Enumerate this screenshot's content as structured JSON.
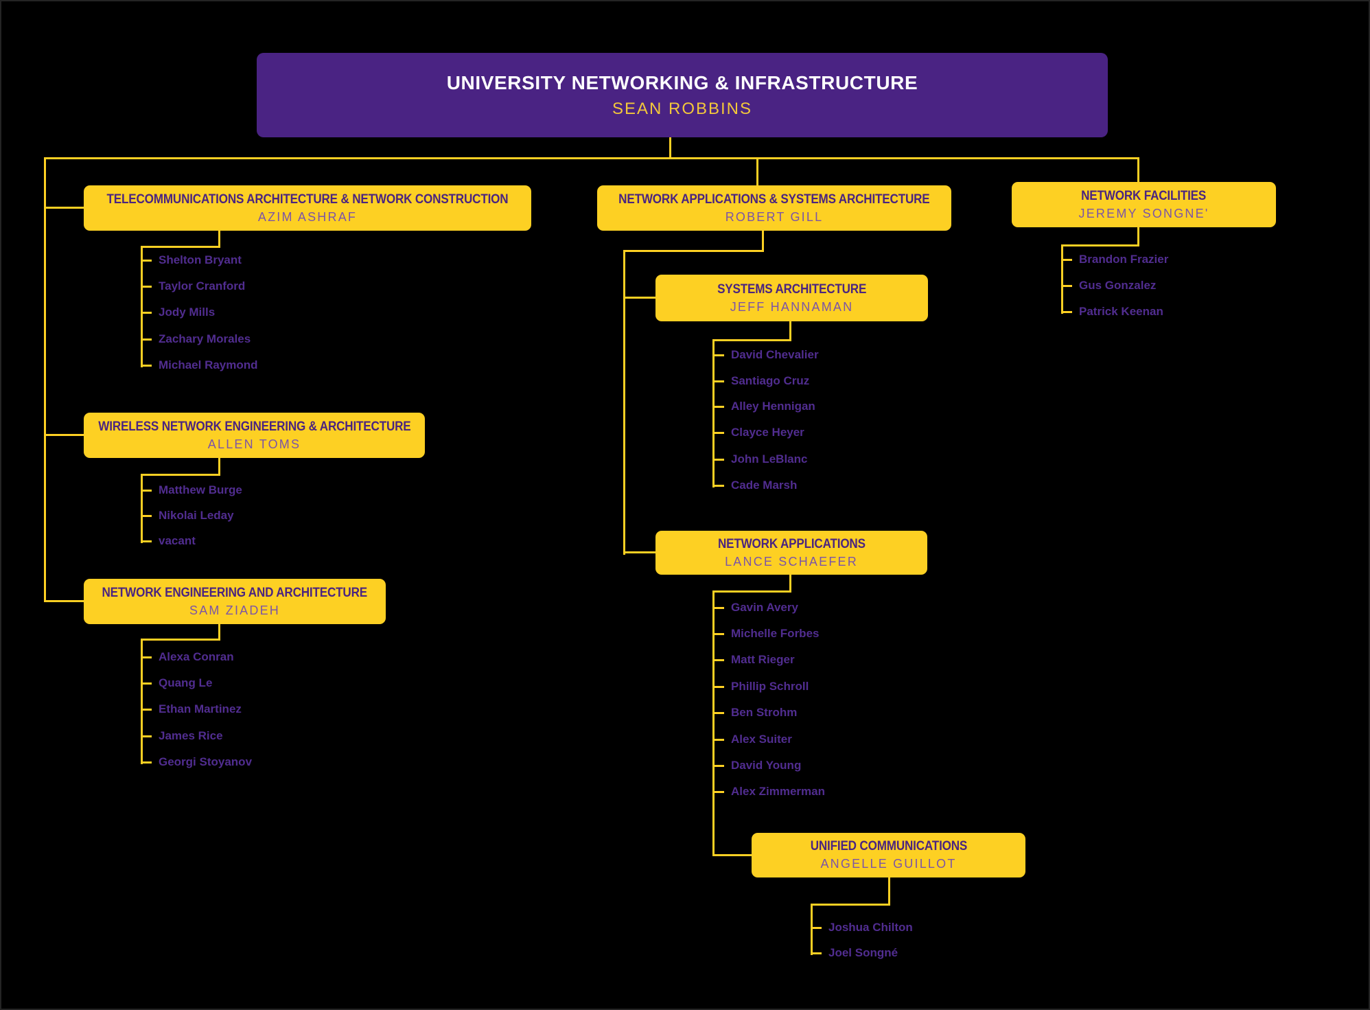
{
  "root": {
    "title": "UNIVERSITY NETWORKING & INFRASTRUCTURE",
    "manager": "SEAN ROBBINS"
  },
  "units": {
    "telecom": {
      "title": "TELECOMMUNICATIONS ARCHITECTURE & NETWORK CONSTRUCTION",
      "manager": "AZIM ASHRAF",
      "members": [
        "Shelton Bryant",
        "Taylor Cranford",
        "Jody Mills",
        "Zachary Morales",
        "Michael Raymond"
      ]
    },
    "wireless": {
      "title": "WIRELESS NETWORK ENGINEERING & ARCHITECTURE",
      "manager": "ALLEN TOMS",
      "members": [
        "Matthew Burge",
        "Nikolai Leday",
        "vacant"
      ]
    },
    "neteng": {
      "title": "NETWORK ENGINEERING AND ARCHITECTURE",
      "manager": "SAM ZIADEH",
      "members": [
        "Alexa Conran",
        "Quang Le",
        "Ethan Martinez",
        "James Rice",
        "Georgi Stoyanov"
      ]
    },
    "netappsys": {
      "title": "NETWORK APPLICATIONS & SYSTEMS ARCHITECTURE",
      "manager": "ROBERT GILL"
    },
    "sysarch": {
      "title": "SYSTEMS ARCHITECTURE",
      "manager": "JEFF HANNAMAN",
      "members": [
        "David Chevalier",
        "Santiago Cruz",
        "Alley Hennigan",
        "Clayce Heyer",
        "John LeBlanc",
        "Cade Marsh"
      ]
    },
    "netapps": {
      "title": "NETWORK APPLICATIONS",
      "manager": "LANCE SCHAEFER",
      "members": [
        "Gavin Avery",
        "Michelle Forbes",
        "Matt Rieger",
        "Phillip Schroll",
        "Ben Strohm",
        "Alex Suiter",
        "David Young",
        "Alex Zimmerman"
      ]
    },
    "unified": {
      "title": "UNIFIED COMMUNICATIONS",
      "manager": "ANGELLE GUILLOT",
      "members": [
        "Joshua Chilton",
        "Joel Songné"
      ]
    },
    "netfac": {
      "title": "NETWORK FACILITIES",
      "manager": "JEREMY SONGNE'",
      "members": [
        "Brandon Frazier",
        "Gus Gonzalez",
        "Patrick Keenan"
      ]
    }
  },
  "colors": {
    "background": "#000000",
    "root_box": "#4A2383",
    "gold": "#FDD023",
    "dept_title_text": "#4A2480",
    "dept_manager_text": "#7B54A8",
    "member_text": "#512D90",
    "root_title_text": "#FFFFFF",
    "root_manager_text": "#F3C73B"
  }
}
